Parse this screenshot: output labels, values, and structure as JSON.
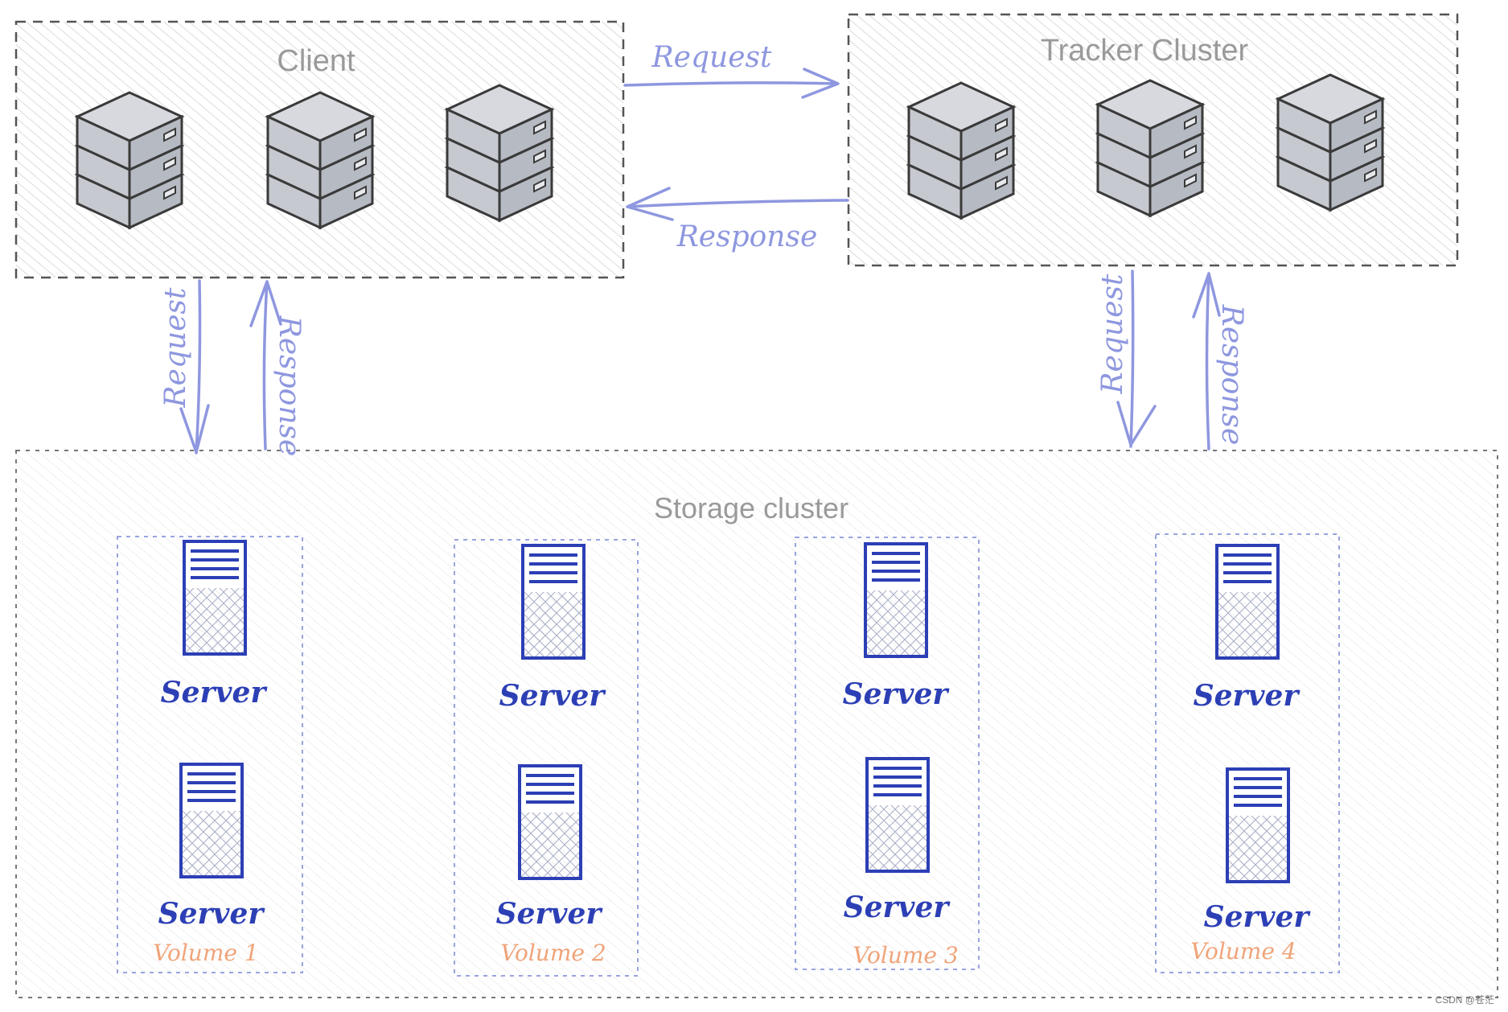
{
  "clusters": {
    "client": "Client",
    "tracker": "Tracker Cluster",
    "storage": "Storage cluster"
  },
  "connections": {
    "client_to_tracker": "Request",
    "tracker_to_client": "Response",
    "client_to_storage": "Request",
    "storage_to_client": "Response",
    "tracker_to_storage": "Request",
    "storage_to_tracker": "Response"
  },
  "server_label": "Server",
  "volumes": [
    {
      "label": "Volume 1",
      "color": "#f0a47a"
    },
    {
      "label": "Volume 2",
      "color": "#f0a47a"
    },
    {
      "label": "Volume 3",
      "color": "#f4bd86"
    },
    {
      "label": "Volume 4",
      "color": "#f4bd86"
    }
  ],
  "icons": {
    "rack_server": "stacked-server-icon",
    "tower_server": "tower-server-icon"
  },
  "colors": {
    "arrow": "#8e97df",
    "server_blue": "#2c3fb5",
    "rack_fill": "#cfd2d8",
    "rack_stroke": "#3a3a3a"
  },
  "watermark": "CSDN @苍茫"
}
